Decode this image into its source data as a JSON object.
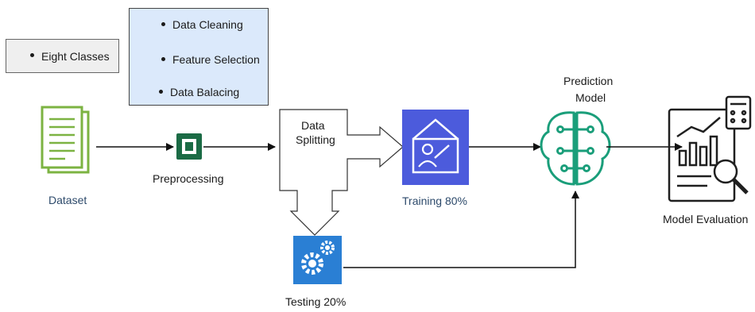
{
  "classes_box": {
    "items": [
      "Eight Classes"
    ]
  },
  "preprocessing_box": {
    "items": [
      "Data Cleaning",
      "Feature Selection",
      "Data Balacing"
    ]
  },
  "labels": {
    "dataset": "Dataset",
    "preprocessing": "Preprocessing",
    "splitting_line1": "Data",
    "splitting_line2": "Splitting",
    "training": "Training 80%",
    "testing": "Testing 20%",
    "prediction_line1": "Prediction",
    "prediction_line2": "Model",
    "evaluation": "Model Evaluation"
  },
  "colors": {
    "dataset_icon": "#7cb342",
    "preprocessing_icon": "#1b6b45",
    "training_icon": "#4c5bdc",
    "testing_icon": "#2a7fd4",
    "prediction_icon": "#1a9e7a",
    "evaluation_icon": "#1f1f1f"
  }
}
